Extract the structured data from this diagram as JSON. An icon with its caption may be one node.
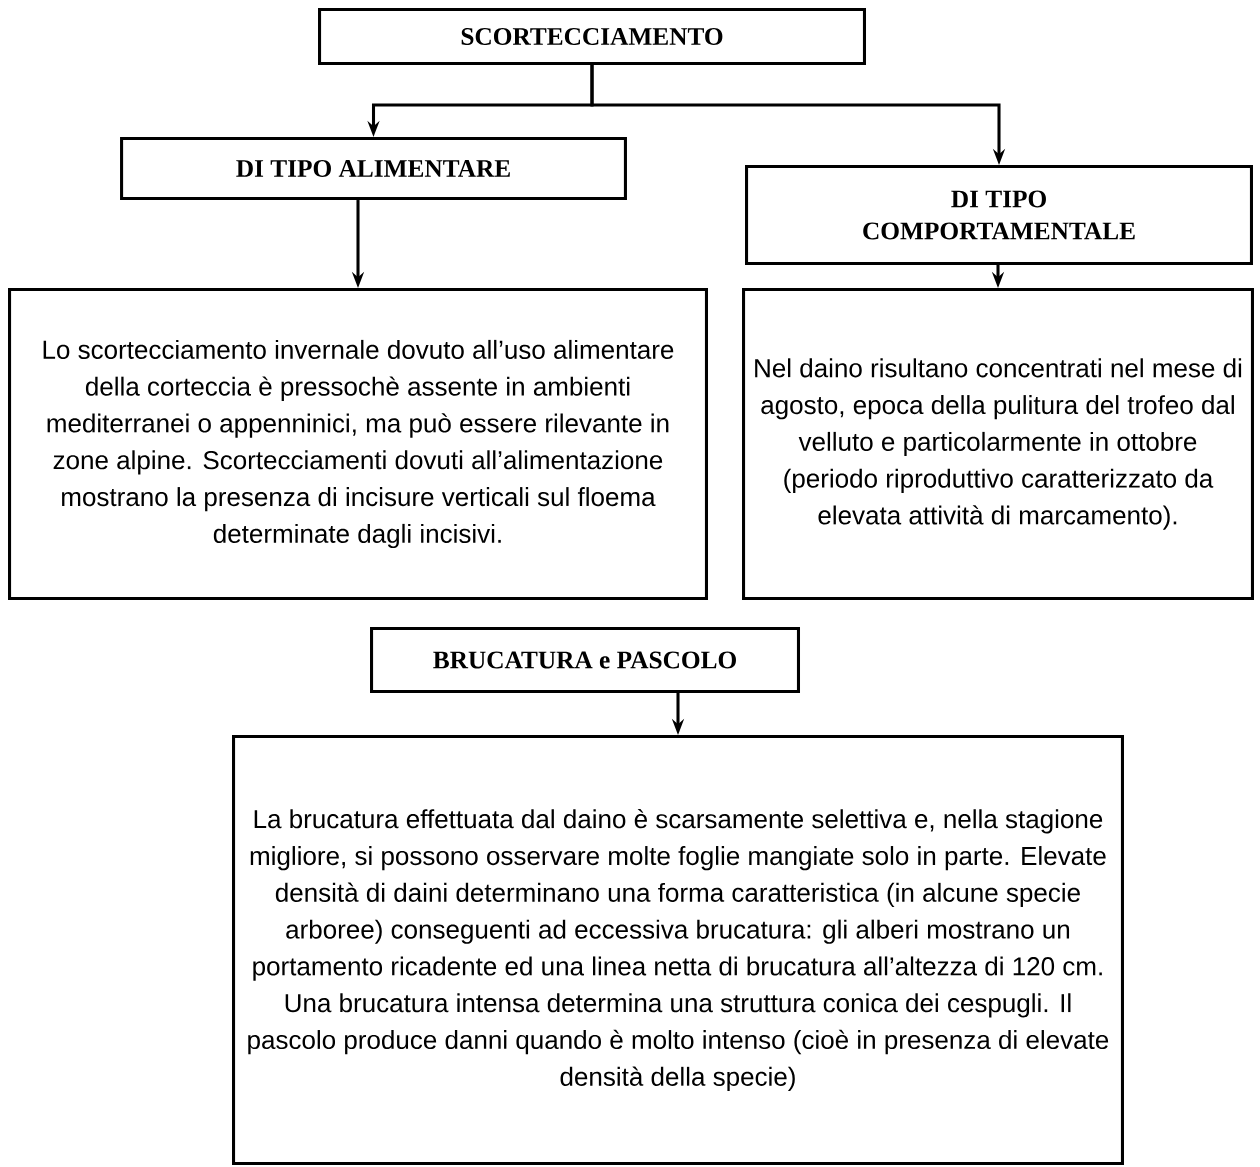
{
  "diagram": {
    "nodes": [
      {
        "text": [
          "SCORTECCIAMENTO"
        ]
      },
      {
        "text": [
          "DI TIPO ALIMENTARE"
        ]
      },
      {
        "text": [
          "DI TIPO COMPORTAMENTALE"
        ]
      },
      {
        "text": [
          "Lo scortecciamento invernale dovuto all’uso alimentare della corteccia è pressochè assente in ambienti mediterranei o appenninici, ma può essere rilevante in zone alpine. Scortecciamenti dovuti all’alimentazione mostrano la presenza di incisure verticali sul floema determinate dagli incisivi."
        ]
      },
      {
        "text": [
          "Nel daino risultano concentrati nel mese di agosto, epoca della pulitura del trofeo dal velluto e particolarmente in ottobre (periodo riproduttivo caratterizzato da elevata attività di marcamento)."
        ]
      },
      {
        "text": [
          "BRUCATURA e PASCOLO"
        ]
      },
      {
        "text": [
          "La brucatura effettuata dal daino è scarsamente selettiva e, nella stagione migliore, si possono osservare molte foglie mangiate solo in parte. Elevate densità di daini determinano una forma caratteristica (in alcune specie arboree) conseguenti ad eccessiva brucatura: gli alberi mostrano un portamento ricadente ed una linea netta di brucatura all’altezza di 120 cm. Una brucatura intensa determina una struttura conica dei cespugli. Il pascolo produce danni quando è molto intenso (cioè in presenza di elevate densità della specie)"
        ]
      }
    ],
    "edges": [
      {
        "from": 0,
        "to": 1,
        "arrow": "to"
      },
      {
        "from": 0,
        "to": 2,
        "arrow": "to"
      },
      {
        "from": 1,
        "to": 3,
        "arrow": "to"
      },
      {
        "from": 2,
        "to": 4,
        "arrow": "to"
      },
      {
        "from": 5,
        "to": 6,
        "arrow": "to"
      }
    ]
  }
}
